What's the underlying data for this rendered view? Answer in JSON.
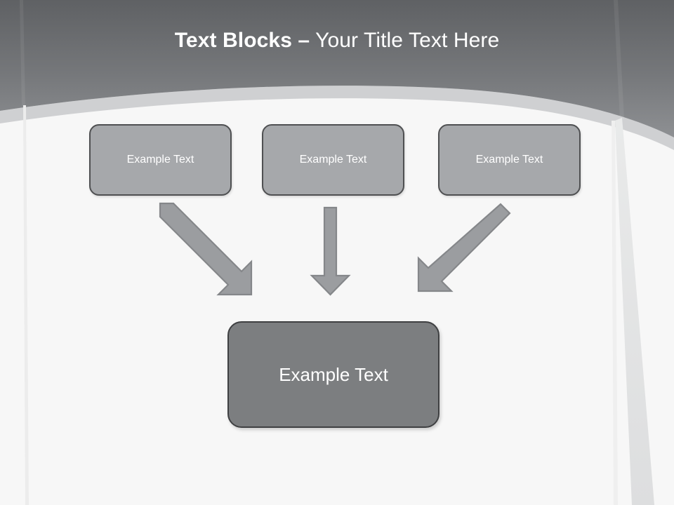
{
  "slide": {
    "title": {
      "strong_part": "Text Blocks –",
      "light_part": " Your Title Text Here",
      "full": "Text Blocks – Your Title Text Here"
    },
    "background": {
      "header_gradient_top": "#65676a",
      "header_gradient_bottom": "#8d8f92",
      "arc_band_color": "#cfd0d2",
      "body_color": "#f7f7f7",
      "accent_streak_color": "#e4e5e6"
    }
  },
  "diagram": {
    "type": "flow",
    "top_boxes": [
      {
        "label": "Example Text",
        "fill": "#a6a8ab",
        "border": "#4f5052"
      },
      {
        "label": "Example Text",
        "fill": "#a6a8ab",
        "border": "#4f5052"
      },
      {
        "label": "Example Text",
        "fill": "#a6a8ab",
        "border": "#4f5052"
      }
    ],
    "bottom_box": {
      "label": "Example Text",
      "fill": "#7c7e80",
      "border": "#3f4042"
    },
    "arrows": [
      {
        "name": "arrow-left-diagonal",
        "direction": "down-right",
        "fill": "#9b9da0",
        "stroke": "#7e8083"
      },
      {
        "name": "arrow-middle-vertical",
        "direction": "down",
        "fill": "#9b9da0",
        "stroke": "#7e8083"
      },
      {
        "name": "arrow-right-diagonal",
        "direction": "down-left",
        "fill": "#9b9da0",
        "stroke": "#7e8083"
      }
    ]
  }
}
